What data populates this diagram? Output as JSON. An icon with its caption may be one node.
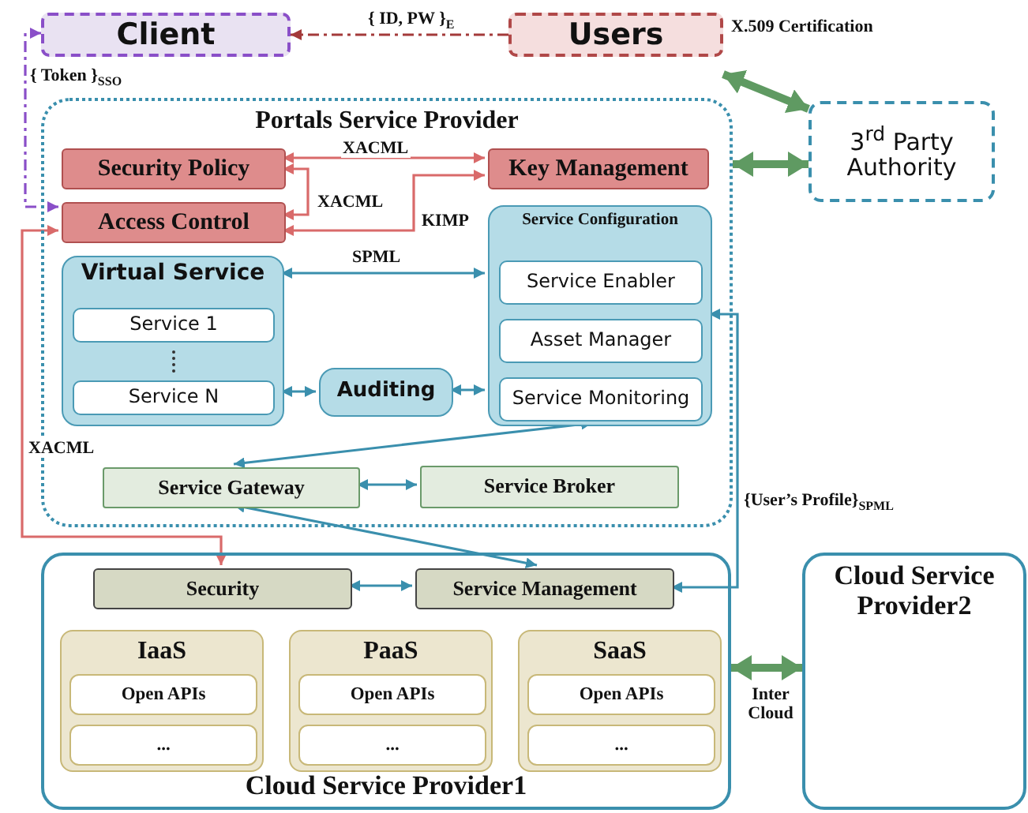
{
  "diagram": {
    "nodes": [
      {
        "text": [
          "Client"
        ]
      },
      {
        "text": [
          "Users"
        ]
      },
      {
        "text": [
          "3$^{rd}$ Party Authority"
        ]
      },
      {
        "text": [
          "Portals Service Provider"
        ]
      },
      {
        "text": [
          "Security Policy"
        ],
        "in": 3
      },
      {
        "text": [
          "Key Management"
        ],
        "in": 3
      },
      {
        "text": [
          "Access Control"
        ],
        "in": 3
      },
      {
        "text": [
          "Service Configuration"
        ],
        "in": 3
      },
      {
        "text": [
          "Service Enabler"
        ],
        "in": 7
      },
      {
        "text": [
          "Asset Manager"
        ],
        "in": 7
      },
      {
        "text": [
          "Service Monitoring"
        ],
        "in": 7
      },
      {
        "text": [
          "Virtual Service"
        ],
        "in": 3
      },
      {
        "text": [
          "Service 1"
        ],
        "in": 11
      },
      {
        "text": [
          "Service N"
        ],
        "in": 11
      },
      {
        "text": [
          "Auditing"
        ],
        "in": 3
      },
      {
        "text": [
          "Service Gateway"
        ],
        "in": 3
      },
      {
        "text": [
          "Service Broker"
        ],
        "in": 3
      },
      {
        "text": [
          "Cloud Service Provider1"
        ]
      },
      {
        "text": [
          "Security"
        ],
        "in": 17
      },
      {
        "text": [
          "Service Management"
        ],
        "in": 17
      },
      {
        "text": [
          "IaaS"
        ],
        "in": 17
      },
      {
        "text": [
          "Open APIs"
        ],
        "in": 20
      },
      {
        "text": [
          "..."
        ],
        "in": 20
      },
      {
        "text": [
          "PaaS"
        ],
        "in": 17
      },
      {
        "text": [
          "Open APIs"
        ],
        "in": 23
      },
      {
        "text": [
          "..."
        ],
        "in": 23
      },
      {
        "text": [
          "SaaS"
        ],
        "in": 17
      },
      {
        "text": [
          "Open APIs"
        ],
        "in": 26
      },
      {
        "text": [
          "..."
        ],
        "in": 26
      },
      {
        "text": [
          "Cloud Service Provider2"
        ]
      }
    ],
    "edges": [
      {
        "from": 1,
        "to": 0,
        "arrow": "to",
        "label": "{ ID, PW }$_{E}$",
        "style": "dashed",
        "color": "#a33a3a"
      },
      {
        "from": 0,
        "to": 6,
        "arrow": "both",
        "label": "{ Token }$_{SSO}$",
        "style": "dashed",
        "color": "#8a4fc8"
      },
      {
        "from": 1,
        "to": 2,
        "arrow": "both",
        "label": "X.509 Certification",
        "style": "thick",
        "color": "#5f9a62"
      },
      {
        "from": 3,
        "to": 2,
        "arrow": "both",
        "style": "thick",
        "color": "#5f9a62"
      },
      {
        "from": 4,
        "to": 5,
        "arrow": "both",
        "label": "XACML",
        "color": "#d96a6a"
      },
      {
        "from": 4,
        "to": 6,
        "arrow": "both",
        "label": "XACML",
        "color": "#d96a6a"
      },
      {
        "from": 6,
        "to": 5,
        "arrow": "both",
        "label": "KIMP",
        "color": "#d96a6a"
      },
      {
        "from": 11,
        "to": 7,
        "arrow": "both",
        "label": "SPML"
      },
      {
        "from": 11,
        "to": 14,
        "arrow": "both"
      },
      {
        "from": 14,
        "to": 7,
        "arrow": "both"
      },
      {
        "from": 7,
        "to": 15,
        "arrow": "both"
      },
      {
        "from": 15,
        "to": 16,
        "arrow": "both"
      },
      {
        "from": 19,
        "to": 15,
        "arrow": "both"
      },
      {
        "from": 6,
        "to": 18,
        "arrow": "both",
        "label": "XACML",
        "color": "#d96a6a"
      },
      {
        "from": 18,
        "to": 19,
        "arrow": "both"
      },
      {
        "from": 19,
        "to": 7,
        "arrow": "both",
        "label": "{User’s Profile}$_{SPML}$"
      },
      {
        "from": 17,
        "to": 29,
        "arrow": "both",
        "label": "Inter Cloud",
        "style": "thick",
        "color": "#5f9a62"
      }
    ]
  }
}
